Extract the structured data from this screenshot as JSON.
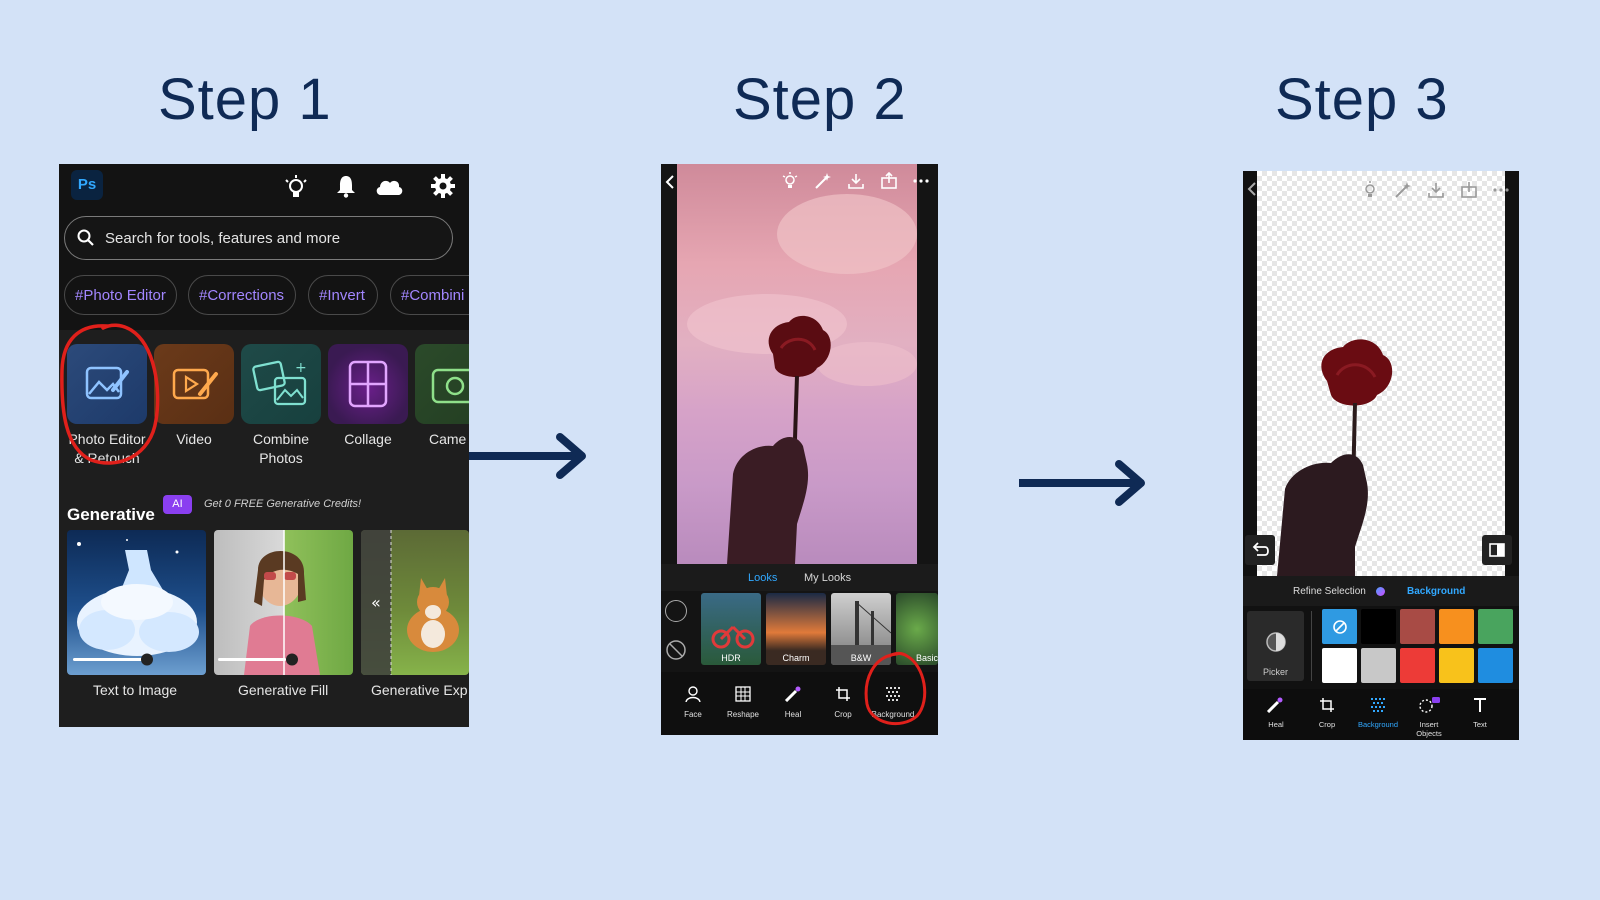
{
  "steps": [
    "Step 1",
    "Step 2",
    "Step 3"
  ],
  "colors": {
    "background": "#d3e2f7",
    "title": "#0f2a55",
    "arrow": "#0f2a55",
    "annotation": "#e0201b",
    "accent": "#31a8ff"
  },
  "step1": {
    "logo": "Ps",
    "top_icons": [
      "lightbulb-icon",
      "bell-icon",
      "cloud-icon",
      "gear-icon"
    ],
    "search_placeholder": "Search for tools, features and more",
    "chips": [
      "#Photo Editor",
      "#Corrections",
      "#Invert",
      "#Combini"
    ],
    "tools": {
      "photo_editor": {
        "line1": "Photo Editor",
        "line2": "& Retouch"
      },
      "video": "Video",
      "combine": {
        "line1": "Combine",
        "line2": "Photos"
      },
      "collage": "Collage",
      "camera": "Came"
    },
    "generative_title": "Generative",
    "ai_badge": "AI",
    "credits_text": "Get 0 FREE Generative Credits!",
    "generative_cards": [
      "Text to Image",
      "Generative Fill",
      "Generative Exp"
    ]
  },
  "step2": {
    "top_icons": [
      "back-icon",
      "bulb-icon",
      "magic-wand-icon",
      "download-icon",
      "share-icon",
      "more-icon"
    ],
    "tabs": {
      "looks": "Looks",
      "my_looks": "My Looks"
    },
    "looks": [
      "HDR",
      "Charm",
      "B&W",
      "Basic"
    ],
    "bottom_tools": [
      "Face",
      "Reshape",
      "Heal",
      "Crop",
      "Background"
    ]
  },
  "step3": {
    "tabs": {
      "refine": "Refine Selection",
      "background": "Background"
    },
    "picker_label": "Picker",
    "swatch_colors": [
      "#2f9ae2",
      "#000000",
      "#a84b45",
      "#f7901e",
      "#49a45e",
      "#ffffff",
      "#c8c8c8",
      "#ed3b37",
      "#f8c21b",
      "#1f8de0"
    ],
    "bottom_tools": {
      "heal": "Heal",
      "crop": "Crop",
      "background": "Background",
      "insert_line1": "Insert",
      "insert_line2": "Objects",
      "text": "Text"
    }
  }
}
